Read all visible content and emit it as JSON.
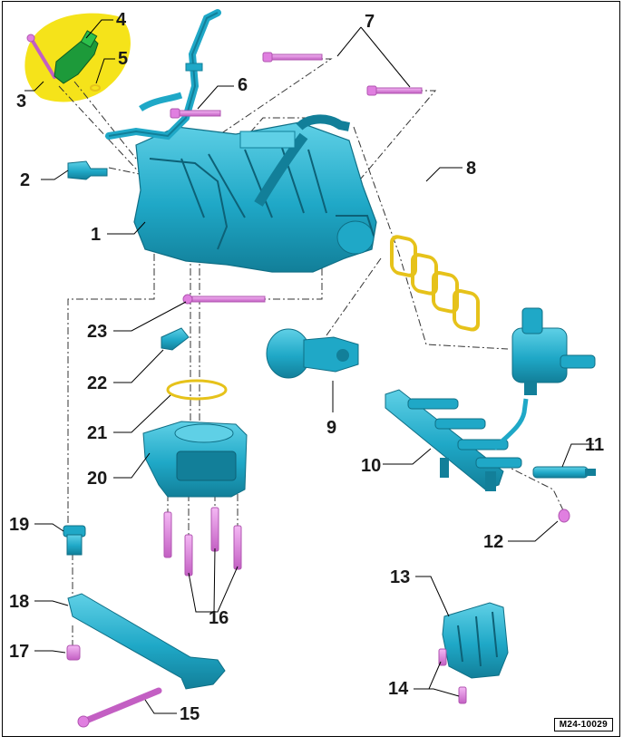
{
  "diagram": {
    "reference_code": "M24-10029",
    "callouts": [
      "1",
      "2",
      "3",
      "4",
      "5",
      "6",
      "7",
      "8",
      "9",
      "10",
      "11",
      "12",
      "13",
      "14",
      "15",
      "16",
      "17",
      "18",
      "19",
      "20",
      "21",
      "22",
      "23"
    ],
    "colors": {
      "part_fill": "#1fa8c7",
      "part_dark": "#127f99",
      "part_light": "#5fd0e6",
      "fastener": "#e07fe0",
      "fastener_dark": "#b055b0",
      "gasket": "#e6c21a",
      "highlight": "#f5e31a",
      "sensor_green": "#1d9a3a",
      "leader": "#000000",
      "phantom_line": "#333333"
    }
  }
}
